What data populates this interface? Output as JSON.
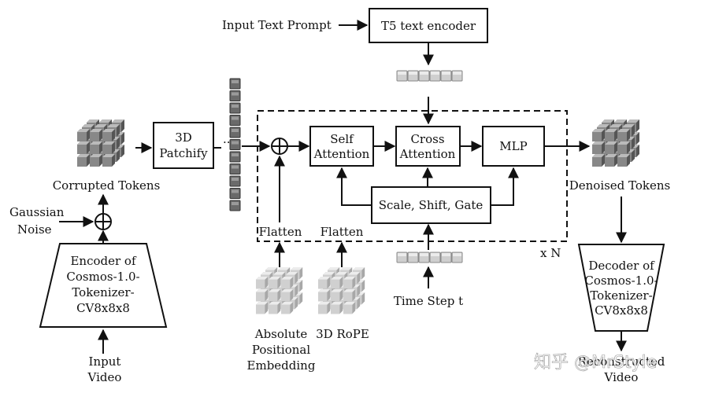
{
  "labels": {
    "input_text_prompt": "Input Text Prompt",
    "t5_encoder": "T5 text encoder",
    "patchify_line1": "3D",
    "patchify_line2": "Patchify",
    "corrupted_tokens": "Corrupted Tokens",
    "gaussian_line1": "Gaussian",
    "gaussian_line2": "Noise",
    "encoder_lines": [
      "Encoder of",
      "Cosmos-1.0-",
      "Tokenizer-",
      "CV8x8x8"
    ],
    "input_video_line1": "Input",
    "input_video_line2": "Video",
    "self_attention_line1": "Self",
    "self_attention_line2": "Attention",
    "cross_attention_line1": "Cross",
    "cross_attention_line2": "Attention",
    "mlp": "MLP",
    "scale_shift_gate": "Scale, Shift, Gate",
    "flatten": "Flatten",
    "repeat": "x N",
    "abs_pos_line1": "Absolute",
    "abs_pos_line2": "Positional",
    "abs_pos_line3": "Embedding",
    "rope": "3D RoPE",
    "time_step": "Time Step t",
    "denoised_tokens": "Denoised Tokens",
    "decoder_lines": [
      "Decoder of",
      "Cosmos-1.0-",
      "Tokenizer-",
      "CV8x8x8"
    ],
    "reconstructed_line1": "Reconstructed",
    "reconstructed_line2": "Video"
  },
  "watermark": "知乎 @MrStyle",
  "colors": {
    "ink": "#111111",
    "cube_dark": "#6e6e6e",
    "cube_light": "#c4c4c4"
  },
  "icons": [
    "plus-circle-icon",
    "cube-grid-icon",
    "token-column-icon",
    "token-row-icon"
  ]
}
